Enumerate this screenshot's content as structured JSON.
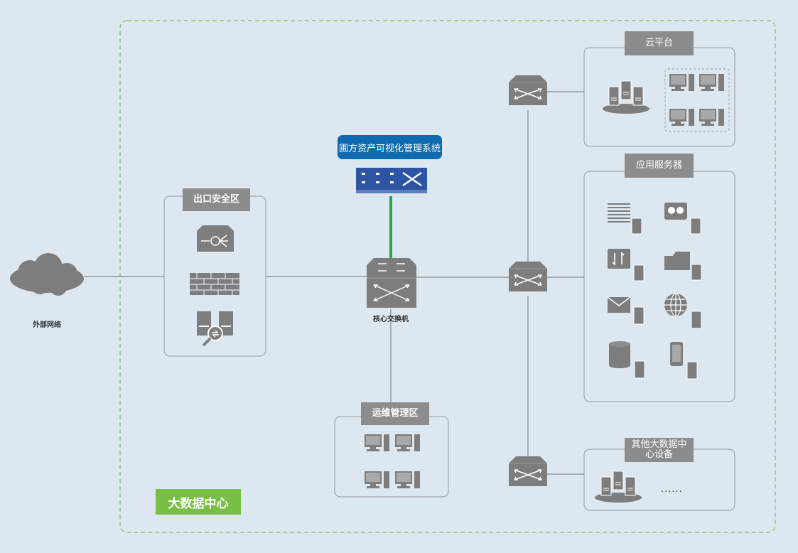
{
  "external_network": "外部网络",
  "exit_security_zone": "出口安全区",
  "core_switch": "核心交换机",
  "management_system": "圃方资产可视化管理系统",
  "ops_zone": "运维管理区",
  "cloud_platform": "云平台",
  "app_servers": "应用服务器",
  "other_devices": "其他大数据中心设备",
  "ellipsis": "......",
  "data_center": "大数据中心",
  "colors": {
    "background": "#dce7f0",
    "device_gray": "#7d7d7d",
    "label_gray": "#8c8c8c",
    "mgmt_blue": "#0f6ab0",
    "link_green": "#1faa4a",
    "zone_green": "#78c045",
    "dashed_border": "#7dbf6a"
  }
}
